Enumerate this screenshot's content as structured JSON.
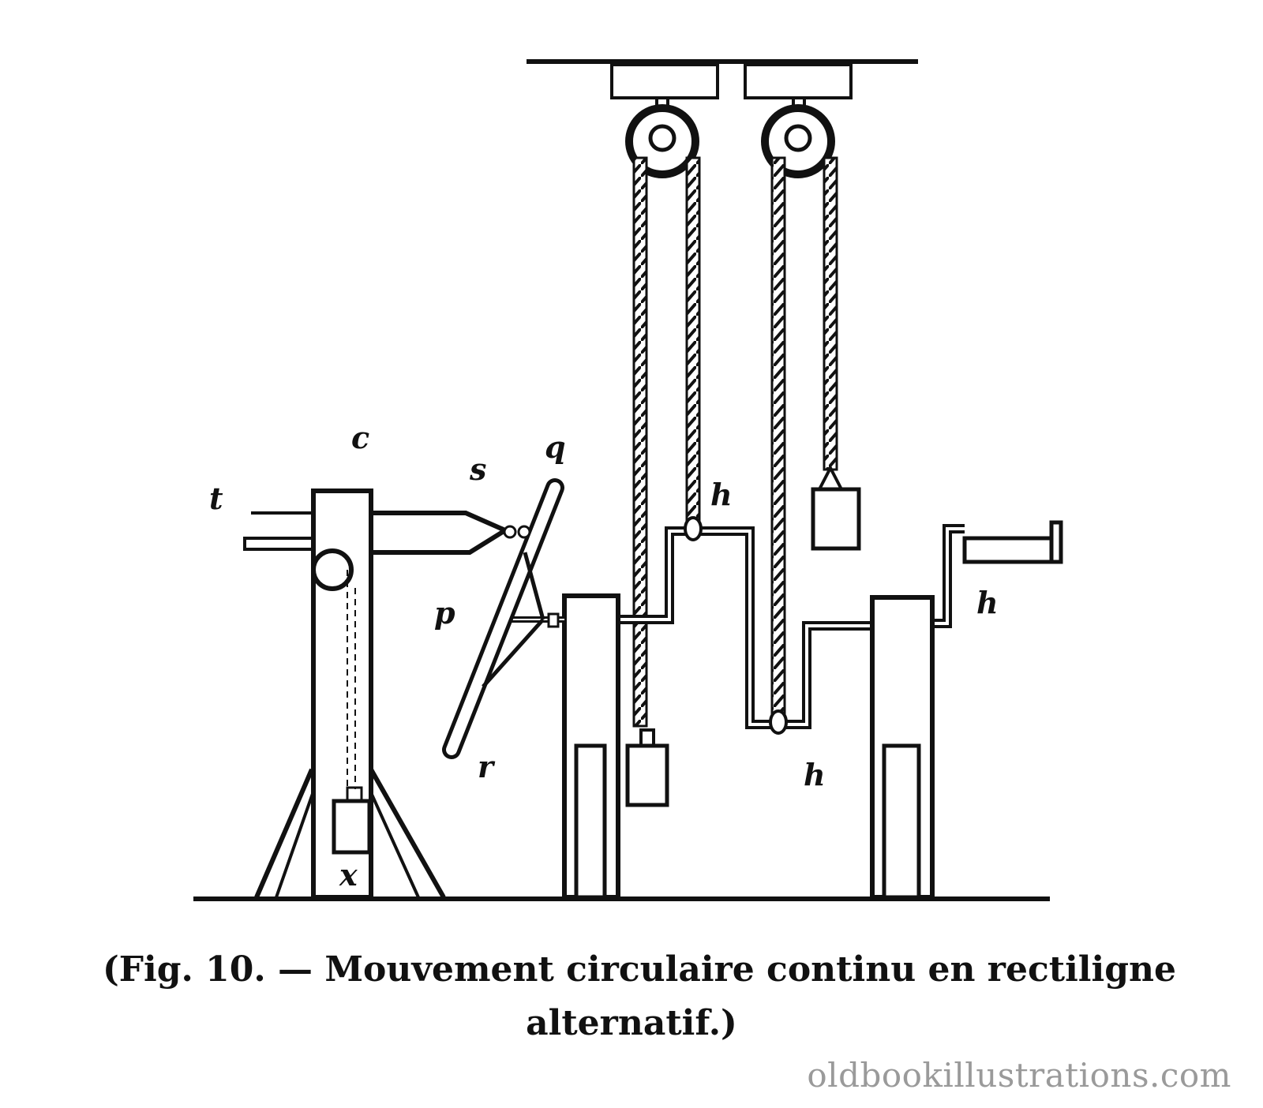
{
  "labels": {
    "t": "t",
    "c": "c",
    "s": "s",
    "q": "q",
    "p": "p",
    "r": "r",
    "x": "x",
    "h_top": "h",
    "h_right": "h",
    "h_bottom": "h"
  },
  "caption": {
    "line1": "(Fig. 10. — Mouvement circulaire continu en rectiligne",
    "line2": "alternatif.)"
  },
  "watermark": "oldbookillustrations.com",
  "colors": {
    "ink": "#111111",
    "watermark": "#9a9a9a",
    "background": "#ffffff"
  }
}
